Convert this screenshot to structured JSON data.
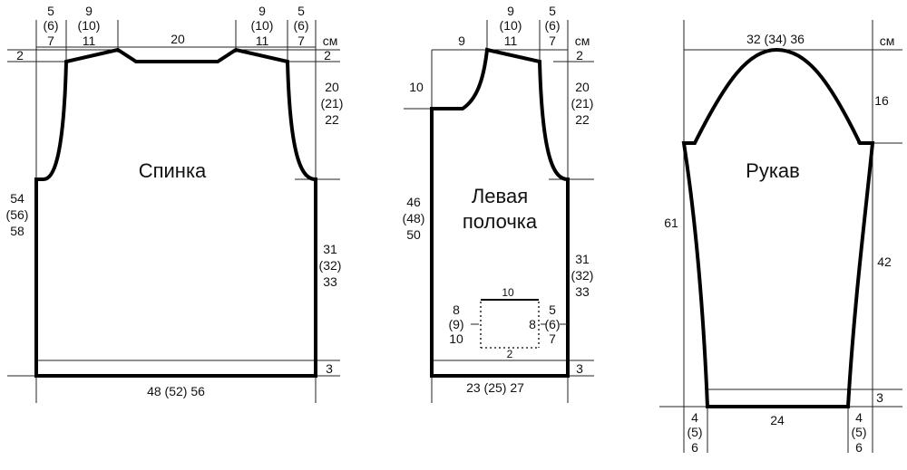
{
  "unit": "см",
  "back": {
    "title": "Спинка",
    "top_widths": [
      [
        "5",
        "(6)",
        "7"
      ],
      [
        "9",
        "(10)",
        "11"
      ],
      "20",
      [
        "9",
        "(10)",
        "11"
      ],
      [
        "5",
        "(6)",
        "7"
      ]
    ],
    "shoulder_drop": "2",
    "armhole_height": [
      "20",
      "(21)",
      "22"
    ],
    "total_height": [
      "54",
      "(56)",
      "58"
    ],
    "side_height": [
      "31",
      "(32)",
      "33"
    ],
    "hem": "3",
    "bottom_width": "48 (52) 56"
  },
  "front": {
    "title_line1": "Левая",
    "title_line2": "полочка",
    "top_widths": [
      "9",
      [
        "9",
        "(10)",
        "11"
      ],
      [
        "5",
        "(6)",
        "7"
      ]
    ],
    "neck_depth": "10",
    "shoulder_drop": "2",
    "armhole_height": [
      "20",
      "(21)",
      "22"
    ],
    "total_height": [
      "46",
      "(48)",
      "50"
    ],
    "side_height": [
      "31",
      "(32)",
      "33"
    ],
    "hem": "3",
    "bottom_width": "23 (25) 27",
    "pocket": {
      "top": "10",
      "bottom": "2",
      "left_height": [
        "8",
        "(9)",
        "10"
      ],
      "right_inner": "8",
      "right_height": [
        "5",
        "(6)",
        "7"
      ]
    }
  },
  "sleeve": {
    "title": "Рукав",
    "top_width": "32 (34) 36",
    "cap_height": "16",
    "total_height": "61",
    "side_height": "42",
    "cuff": "3",
    "bottom_width": "24",
    "left_taper": [
      "4",
      "(5)",
      "6"
    ],
    "right_taper": [
      "4",
      "(5)",
      "6"
    ]
  }
}
